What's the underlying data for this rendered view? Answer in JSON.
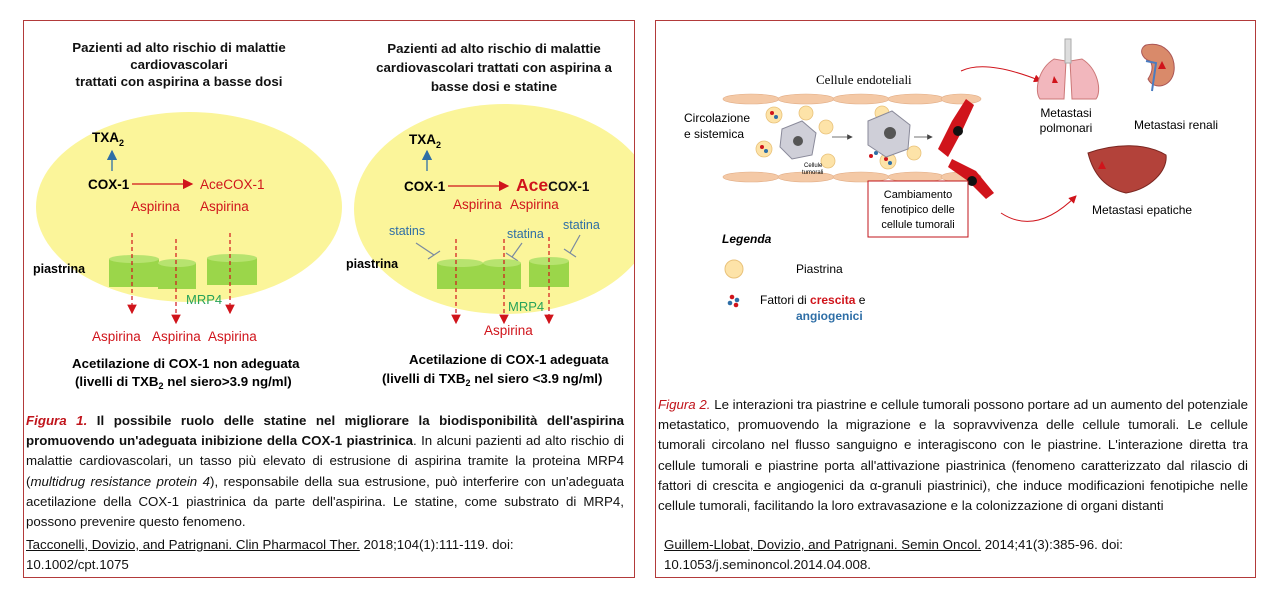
{
  "figure1": {
    "title_left_lines": [
      "Pazienti ad alto rischio di malattie",
      "cardiovascolari",
      "trattati con aspirina a basse dosi"
    ],
    "title_right_lines": [
      "Pazienti ad alto rischio di malattie",
      "cardiovascolari trattati con aspirina a",
      "basse dosi e statine"
    ],
    "left": {
      "txa2": "TXA",
      "txa2_sub": "2",
      "cox1": "COX-1",
      "ace_prefix": "Ace",
      "ace_cox": "COX-1",
      "aspirina_1": "Aspirina",
      "aspirina_2": "Aspirina",
      "piastrina": "piastrina",
      "mrp4": "MRP4",
      "bottom_aspirina": [
        "Aspirina",
        "Aspirina",
        "Aspirina"
      ],
      "result_line1": "Acetilazione di COX-1 non adeguata",
      "result_line2_pre": "(livelli di TXB",
      "result_line2_sub": "2",
      "result_line2_post": " nel siero>3.9 ng/ml)"
    },
    "right": {
      "txa2": "TXA",
      "txa2_sub": "2",
      "cox1": "COX-1",
      "ace_prefix": "Ace",
      "ace_cox": "COX-1",
      "aspirina_1": "Aspirina",
      "aspirina_2": "Aspirina",
      "statins": "statins",
      "statina_1": "statina",
      "statina_2": "statina",
      "piastrina": "piastrina",
      "mrp4": "MRP4",
      "bottom_aspirina": "Aspirina",
      "result_line1": "Acetilazione di COX-1 adeguata",
      "result_line2_pre": "(livelli di TXB",
      "result_line2_sub": "2",
      "result_line2_post": " nel siero <3.9  ng/ml)"
    },
    "caption_label": "Figura 1.",
    "caption_bold": " Il possibile ruolo delle statine nel migliorare la biodisponibilità dell'aspirina promuovendo un'adeguata inibizione della COX-1 piastrinica",
    "caption_rest_1": ". In alcuni pazienti ad alto rischio di malattie cardiovascolari, un tasso più elevato di estrusione di aspirina tramite la proteina MRP4 (",
    "caption_italic": "multidrug resistance protein 4",
    "caption_rest_2": "), responsabile della sua estrusione, può interferire con un'adeguata acetilazione della COX-1 piastrinica da parte dell'aspirina. Le statine, come substrato di MRP4, possono prevenire questo fenomeno.",
    "ref_underlined": "Tacconelli, Dovizio, and Patrignani. Clin Pharmacol Ther.",
    "ref_rest": " 2018;104(1):111-119.  doi:",
    "ref_doi": "10.1002/cpt.1075"
  },
  "figure2": {
    "endothelial": "Cellule  endoteliali",
    "circulation_1": "Circolazione",
    "circulation_2": "e sistemica",
    "tumor_small_1": "Cellule",
    "tumor_small_2": "tumorali",
    "box_1": "Cambiamento",
    "box_2": "fenotipico delle",
    "box_3": "cellule tumorali",
    "met_lung_1": "Metastasi",
    "met_lung_2": "polmonari",
    "met_kidney": "Metastasi renali",
    "met_liver": "Metastasi epatiche",
    "legend_title": "Legenda",
    "legend_platelet": "Piastrina",
    "legend_factors_pre": "Fattori di ",
    "legend_factors_red": "crescita",
    "legend_factors_post": " e",
    "legend_factors_blue": "angiogenici",
    "caption_label": "Figura 2.",
    "caption_text": " Le interazioni tra piastrine e cellule tumorali possono portare ad un aumento del potenziale metastatico, promuovendo la migrazione e la sopravvivenza delle cellule tumorali. Le cellule tumorali circolano nel flusso sanguigno e interagiscono con le piastrine. L'interazione diretta tra cellule tumorali e piastrine porta all'attivazione piastrinica (fenomeno caratterizzato dal rilascio di fattori di crescita e angiogenici da α-granuli piastrinici), che induce modificazioni fenotipiche nelle cellule tumorali, facilitando la loro extravasazione e la colonizzazione di organi distanti",
    "ref_underlined": "Guillem-Llobat, Dovizio, and Patrignani. Semin Oncol.",
    "ref_rest": " 2014;41(3):385-96.  doi:",
    "ref_doi": "10.1053/j.seminoncol.2014.04.008."
  },
  "colors": {
    "border": "#b23a3a",
    "platelet_yellow": "#fbf59a",
    "cylinder_green": "#9bd64a",
    "arrow_red": "#d0141b",
    "statin_blue": "#2e6ea6",
    "mrp4_green": "#27a35a"
  }
}
